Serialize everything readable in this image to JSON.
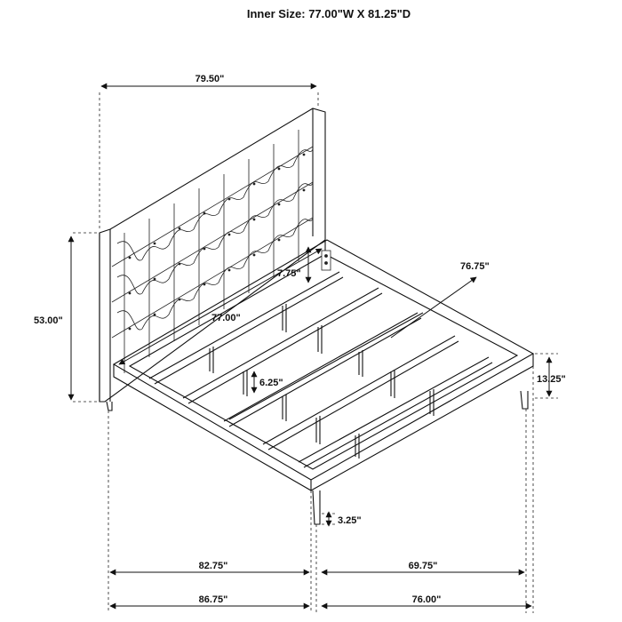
{
  "title": "Inner Size: 77.00\"W X 81.25\"D",
  "dimensions": {
    "headboard_width": "79.50\"",
    "height": "53.00\"",
    "inner_width": "77.00\"",
    "diagonal": "76.75\"",
    "slat_drop": "7.75\"",
    "support_leg": "6.25\"",
    "side_height": "13.25\"",
    "leg_height": "3.25\"",
    "length_inner": "82.75\"",
    "width_inner": "69.75\"",
    "length_overall": "86.75\"",
    "width_overall": "76.00\""
  }
}
